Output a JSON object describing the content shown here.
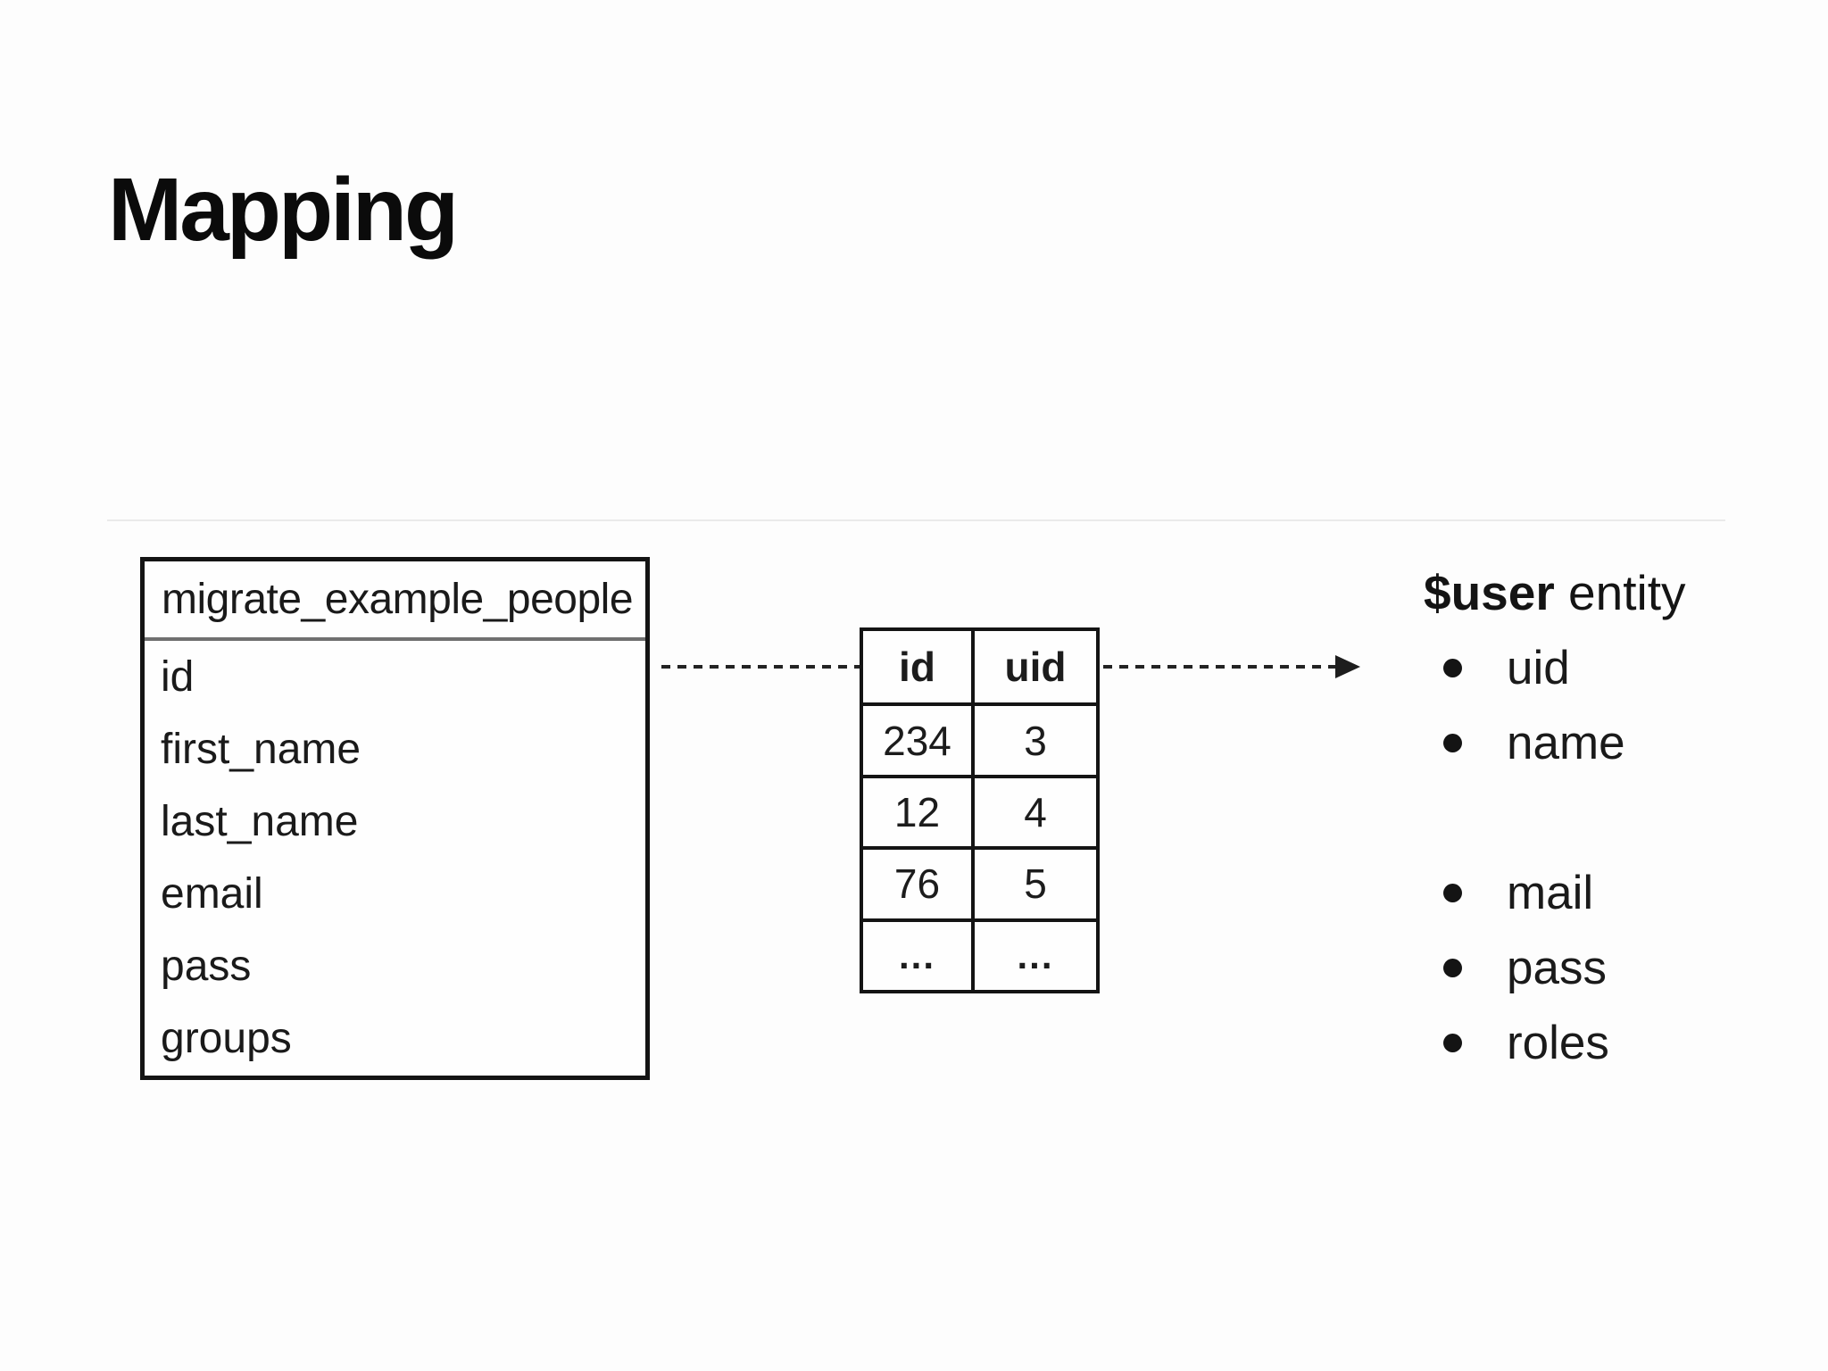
{
  "slide": {
    "title": "Mapping"
  },
  "diagram": {
    "source_table": {
      "title": "migrate_example_people",
      "fields": [
        "id",
        "first_name",
        "last_name",
        "email",
        "pass",
        "groups"
      ]
    },
    "map_table": {
      "columns": [
        "id",
        "uid"
      ],
      "rows": [
        [
          "234",
          "3"
        ],
        [
          "12",
          "4"
        ],
        [
          "76",
          "5"
        ],
        [
          "...",
          "..."
        ]
      ]
    },
    "target_entity": {
      "name_bold": "$user",
      "name_suffix": " entity",
      "items": [
        "uid",
        "name",
        "mail",
        "pass",
        "roles"
      ]
    },
    "colors": {
      "text": "#1a1a1a",
      "box_border": "#141414",
      "header_divider": "#707070",
      "faint_edge": "#eaeaea",
      "background": "#fdfdfd"
    }
  }
}
